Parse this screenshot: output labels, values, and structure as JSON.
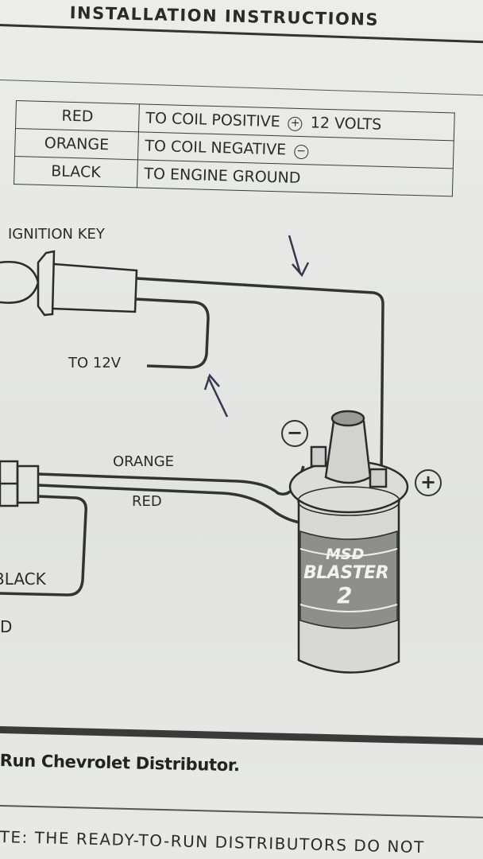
{
  "header": {
    "title": "INSTALLATION INSTRUCTIONS"
  },
  "wire_table": {
    "rows": [
      {
        "color": "RED",
        "destination": "TO COIL POSITIVE",
        "symbol": "+",
        "suffix": "12 VOLTS"
      },
      {
        "color": "ORANGE",
        "destination": "TO COIL NEGATIVE",
        "symbol": "−",
        "suffix": ""
      },
      {
        "color": "BLACK",
        "destination": "TO ENGINE GROUND",
        "symbol": "",
        "suffix": ""
      }
    ]
  },
  "diagram": {
    "ignition_key_label": "IGNITION KEY",
    "to_12v_label": "TO 12V",
    "orange_label": "ORANGE",
    "red_label": "RED",
    "black_label": "BLACK",
    "ground_label": "D",
    "negative_symbol": "−",
    "positive_symbol": "+",
    "coil_brand": "MSD",
    "coil_model": "BLASTER",
    "coil_number": "2"
  },
  "footer": {
    "caption": "Run Chevrolet Distributor.",
    "note": "TE: THE READY-TO-RUN DISTRIBUTORS DO NOT"
  },
  "colors": {
    "ink": "#2b2b2b",
    "paper": "#e6e7e4",
    "marker": "#3a3550"
  }
}
